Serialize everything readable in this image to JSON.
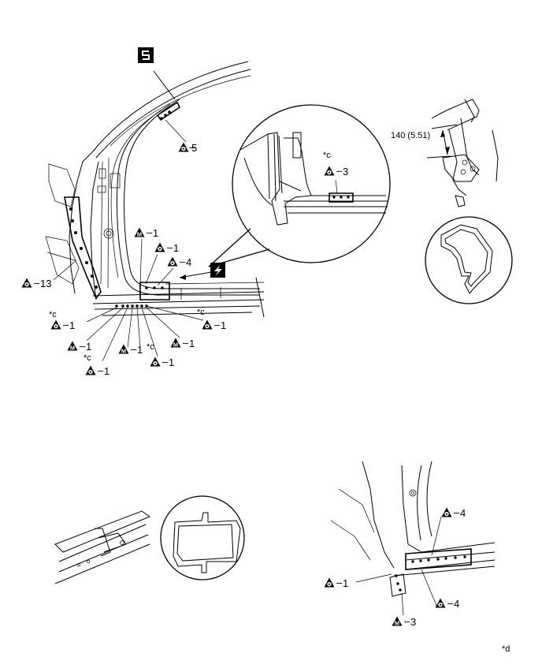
{
  "symbols": {
    "section_icon": "section-s-icon",
    "lightning_icon": "lightning-icon",
    "spot_weld_icon": "triangle-o-icon",
    "mig_weld_icon": "triangle-m-icon"
  },
  "upper_left": {
    "labels": [
      {
        "id": "L5",
        "kind": "o",
        "text": "5"
      },
      {
        "id": "L13",
        "kind": "o",
        "text": "13"
      },
      {
        "id": "LM1a",
        "kind": "m",
        "text": "1"
      },
      {
        "id": "LO1a",
        "kind": "o",
        "text": "1"
      },
      {
        "id": "LO4",
        "kind": "o",
        "text": "4"
      },
      {
        "id": "LO1b",
        "kind": "o",
        "text": "1"
      },
      {
        "id": "LM1b",
        "kind": "m",
        "text": "1"
      },
      {
        "id": "LO1c",
        "kind": "o",
        "text": "1"
      },
      {
        "id": "LM1c",
        "kind": "m",
        "text": "1"
      },
      {
        "id": "LO1d",
        "kind": "o",
        "text": "1"
      },
      {
        "id": "LM1d",
        "kind": "m",
        "text": "1"
      },
      {
        "id": "LO1e",
        "kind": "o",
        "text": "1"
      }
    ],
    "notes": [
      "*c",
      "*c",
      "*c",
      "*c"
    ]
  },
  "inset": {
    "label_kind": "o",
    "label": "3",
    "note": "*c"
  },
  "dimension": {
    "text": "140 (5.51)"
  },
  "lower_right": {
    "labels": [
      {
        "id": "R4a",
        "kind": "o",
        "text": "4"
      },
      {
        "id": "R1",
        "kind": "o",
        "text": "1"
      },
      {
        "id": "R4b",
        "kind": "o",
        "text": "4"
      },
      {
        "id": "RM3",
        "kind": "m",
        "text": "3"
      }
    ]
  },
  "footnote": "*d"
}
